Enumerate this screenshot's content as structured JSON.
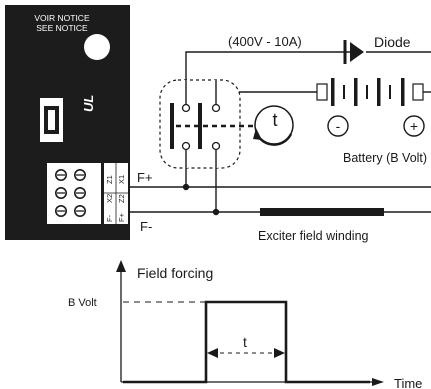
{
  "regulator_panel": {
    "notice_line1": "VOIR NOTICE",
    "notice_line2": "SEE NOTICE",
    "terminal_labels": [
      "F-",
      "X2",
      "Z1",
      "F+",
      "Z2",
      "X1"
    ],
    "ul_mark": "UL"
  },
  "circuit": {
    "diode_rating": "(400V - 10A)",
    "diode_label": "Diode",
    "battery_minus": "-",
    "battery_plus": "+",
    "battery_label": "Battery (B Volt)",
    "timer_symbol": "t",
    "f_plus_label": "F+",
    "f_minus_label": "F-",
    "winding_label": "Exciter field winding"
  },
  "graph": {
    "title": "Field forcing",
    "y_marker": "B Volt",
    "pulse_width_label": "t",
    "x_axis_label": "Time"
  },
  "colors": {
    "panel": "#1c1c1c",
    "line": "#1a1a1a",
    "background": "#ffffff"
  }
}
